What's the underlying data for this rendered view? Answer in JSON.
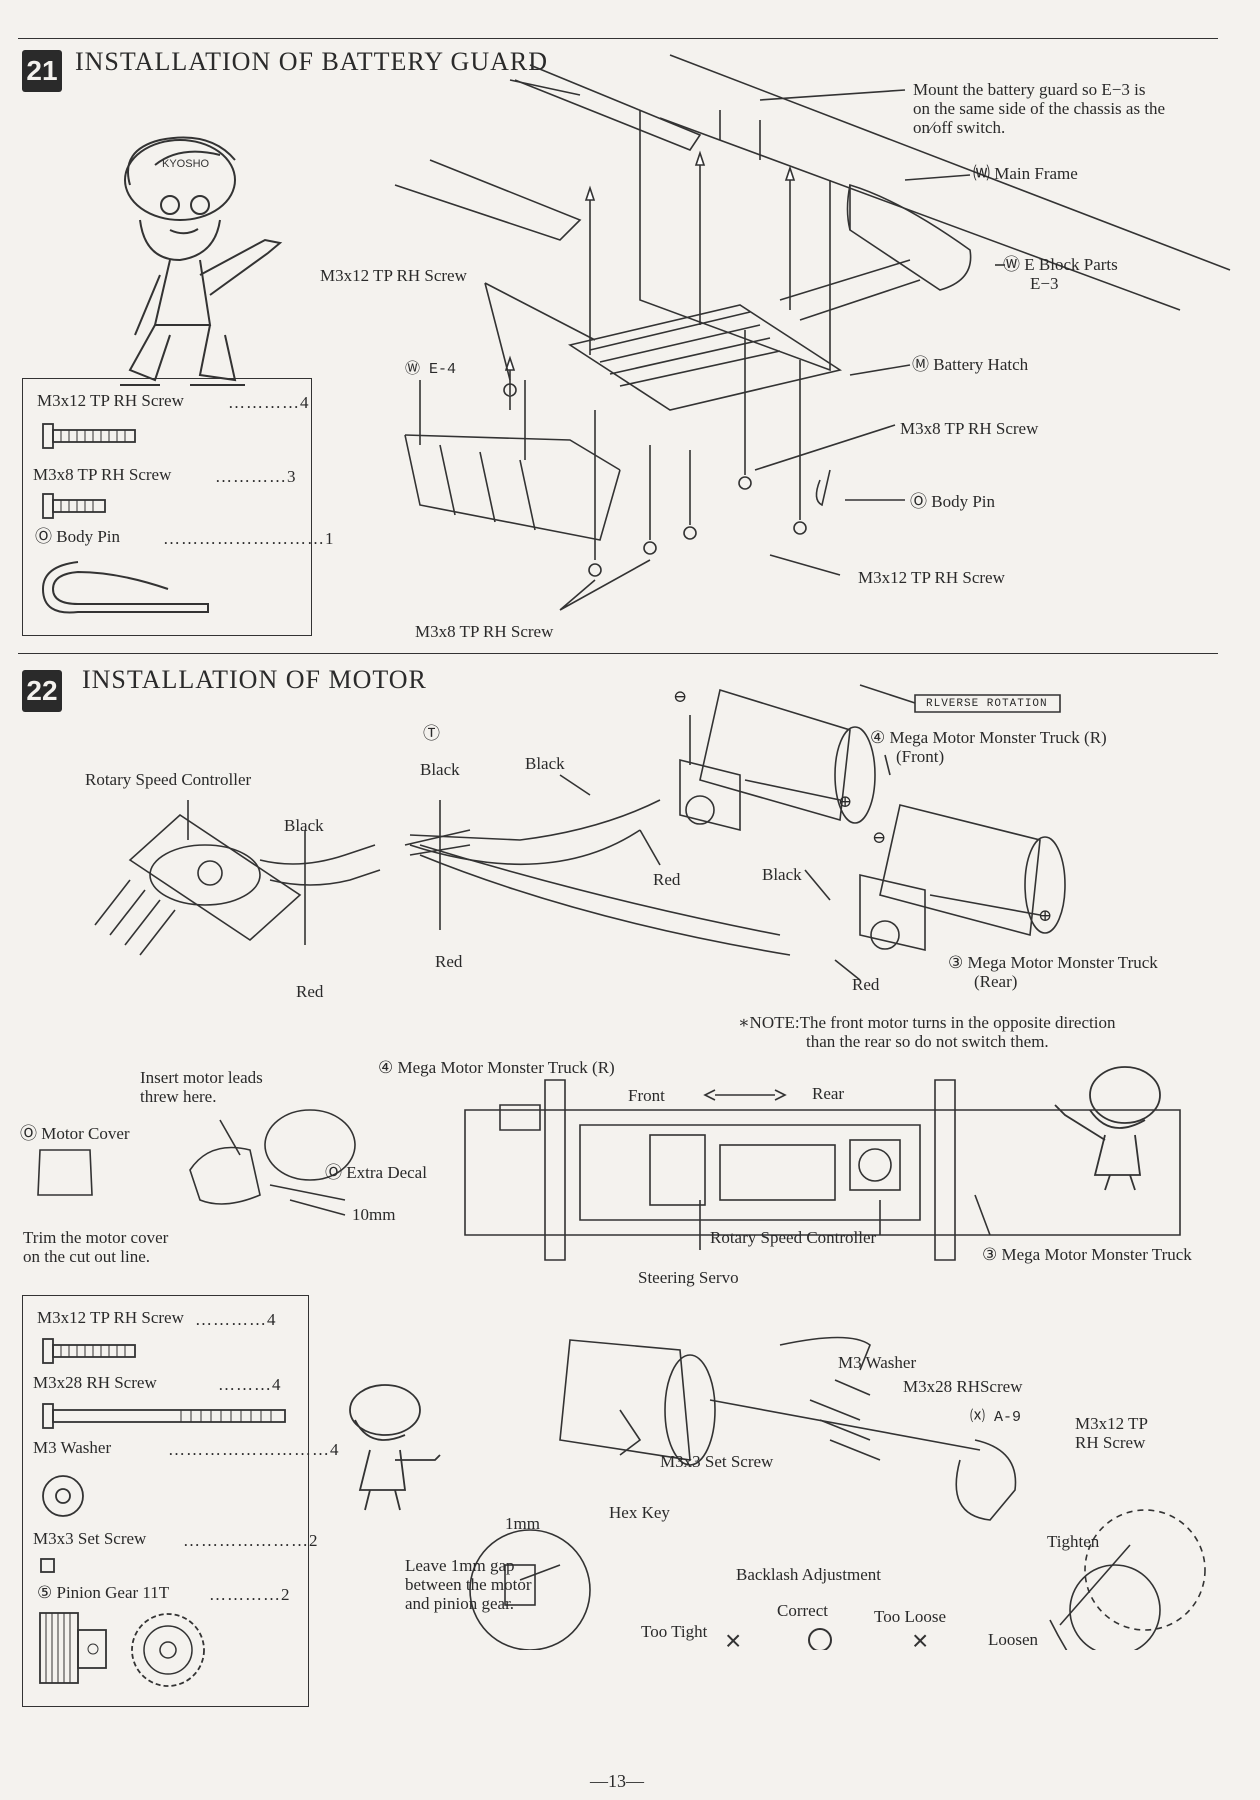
{
  "page_number": "—13—",
  "step21": {
    "number": "21",
    "title": "INSTALLATION OF BATTERY GUARD",
    "mount_note": [
      "Mount the battery guard so E−3 is",
      "on the same side of the chassis as the",
      "on∕off switch."
    ],
    "main_frame": "⒲ Main Frame",
    "e_block": [
      "Ⓦ E Block Parts",
      "E−3"
    ],
    "m3x12_screw_top": "M3x12 TP RH Screw",
    "e4": "Ⓦ E-4",
    "battery_hatch": "Ⓜ Battery Hatch",
    "m3x8_right": "M3x8 TP RH Screw",
    "body_pin": "Ⓞ Body Pin",
    "m3x12_screw_bottom": "M3x12 TP RH Screw",
    "m3x8_bottom": "M3x8 TP RH Screw",
    "parts": [
      {
        "name": "M3x12 TP RH Screw",
        "qty": "4"
      },
      {
        "name": "M3x8 TP RH Screw",
        "qty": "3"
      },
      {
        "name": "Ⓞ Body Pin",
        "qty": "1"
      }
    ]
  },
  "step22": {
    "number": "22",
    "title": "INSTALLATION OF MOTOR",
    "rotary": "Rotary Speed Controller",
    "part75": "Ⓣ",
    "black1": "Black",
    "black2": "Black",
    "black3": "Black",
    "black4": "Black",
    "red1": "Red",
    "red2": "Red",
    "red3": "Red",
    "red4": "Red",
    "reverse": "RLVERSE ROTATION",
    "front_motor": [
      "④ Mega Motor Monster Truck (R)",
      "(Front)"
    ],
    "rear_motor": [
      "③ Mega Motor Monster Truck",
      "(Rear)"
    ],
    "minus": "⊖",
    "plus": "⊕",
    "note": [
      "∗NOTE:The front motor turns in the opposite direction",
      "than the rear so do not switch them."
    ],
    "insert_leads": [
      "Insert motor leads",
      "threw here."
    ],
    "motor_cover": "Ⓞ Motor Cover",
    "extra_decal": "Ⓞ Extra Decal",
    "ten_mm": "10mm",
    "trim": [
      "Trim the motor cover",
      "on the cut out line."
    ],
    "front_motor_top": "④ Mega Motor Monster Truck (R)",
    "front": "Front",
    "rear": "Rear",
    "rotary_bottom": "Rotary Speed Controller",
    "steering_servo": "Steering Servo",
    "rear_motor_bottom": "③ Mega Motor Monster Truck",
    "m3_washer": "M3 Washer",
    "m3x28": "M3x28 RHScrew",
    "a9": "⒳ A-9",
    "m3x12_tp": [
      "M3x12 TP",
      "RH Screw"
    ],
    "set_screw": "M3x3 Set Screw",
    "hex_key": "Hex Key",
    "one_mm": "1mm",
    "leave_gap": [
      "Leave 1mm gap",
      "between the motor",
      "and pinion gear."
    ],
    "backlash": "Backlash Adjustment",
    "too_tight": "Too Tight",
    "correct": "Correct",
    "too_loose": "Too Loose",
    "tighten": "Tighten",
    "loosen": "Loosen",
    "parts": [
      {
        "name": "M3x12 TP RH Screw",
        "qty": "4"
      },
      {
        "name": "M3x28 RH Screw",
        "qty": "4"
      },
      {
        "name": "M3 Washer",
        "qty": "4"
      },
      {
        "name": "M3x3 Set Screw",
        "qty": "2"
      },
      {
        "name": "⑤ Pinion Gear 11T",
        "qty": "2"
      }
    ]
  }
}
